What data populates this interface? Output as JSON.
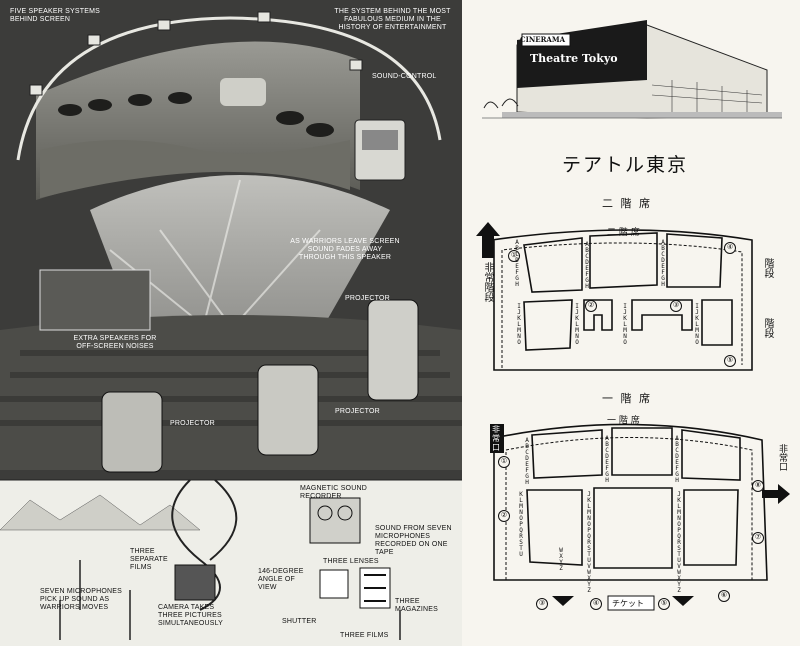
{
  "left_page": {
    "labels": {
      "five_speakers": "FIVE SPEAKER SYSTEMS BEHIND SCREEN",
      "headline": "THE SYSTEM BEHIND THE MOST FABULOUS MEDIUM IN THE HISTORY OF ENTERTAINMENT",
      "sound_control": "SOUND-CONTROL",
      "warriors_leave": "AS WARRIORS LEAVE SCREEN SOUND FADES AWAY THROUGH THIS SPEAKER",
      "extra_speakers": "EXTRA SPEAKERS FOR OFF-SCREEN NOISES",
      "projector_right": "PROJECTOR",
      "projector_middle": "PROJECTOR",
      "projector_left": "PROJECTOR",
      "magnetic_recorder": "MAGNETIC SOUND RECORDER",
      "sound_from": "SOUND FROM SEVEN MICROPHONES RECORDED ON ONE TAPE",
      "three_films_sep": "THREE SEPARATE FILMS",
      "seven_mics": "SEVEN MICROPHONES PICK UP SOUND AS WARRIORS MOVES",
      "angle": "146-DEGREE ANGLE OF VIEW",
      "three_lenses": "THREE LENSES",
      "three_magazines": "THREE MAGAZINES",
      "camera_takes": "CAMERA TAKES THREE PICTURES SIMULTANEOUSLY",
      "shutter": "SHUTTER",
      "three_films": "THREE FILMS"
    }
  },
  "right_page": {
    "sign_cinerama": "CINERAMA",
    "sign_theatre": "Theatre Tokyo",
    "title": "テアトル東京",
    "floor2_heading": "二 階 席",
    "floor2_label": "二 階 席",
    "floor1_heading": "一 階 席",
    "floor1_label": "一 階 席",
    "emergency_exit_vertical": "非常階段",
    "stairs": "階段",
    "stairs_bottom": "階段",
    "emergency_exit_box": "非常口",
    "emergency_exit_right": "非常口",
    "ticket": "チケット",
    "floor2_nums": [
      "①",
      "②",
      "③",
      "④",
      "⑤"
    ],
    "floor1_nums": [
      "①",
      "②",
      "③",
      "④",
      "⑤",
      "⑥",
      "⑦",
      "⑧"
    ],
    "rows_upper2": "ABCDEFGH",
    "rows_lower2": "IJKLMNO",
    "rows_upper1": "ABCDEFGH",
    "rows_lower1": "JKLMNOPQRSTUVWXYZ",
    "rows_side1": "KLMNOPQRSTU",
    "rows_side1b": "WXYZ"
  }
}
